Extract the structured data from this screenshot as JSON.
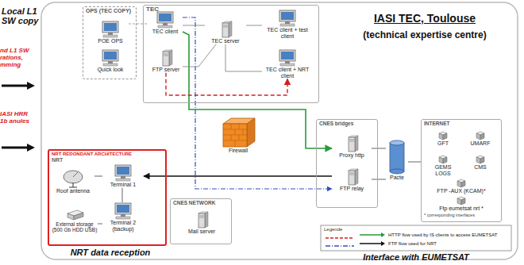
{
  "diagram": {
    "title": "IASI TEC, Toulouse",
    "nodes": [
      {
        "text": [
          "OPS (TEC COPY)"
        ]
      },
      {
        "text": [
          "POE OPS"
        ],
        "in": 0
      },
      {
        "text": [
          "Quick look"
        ],
        "in": 0
      },
      {
        "text": [
          "TEC"
        ]
      },
      {
        "text": [
          "TEC client"
        ],
        "in": 3
      },
      {
        "text": [
          "TEC server"
        ],
        "in": 3
      },
      {
        "text": [
          "TEC client + test client"
        ],
        "in": 3
      },
      {
        "text": [
          "FTP server"
        ],
        "in": 3
      },
      {
        "text": [
          "TEC client + NRT client"
        ],
        "in": 3
      },
      {
        "text": [
          "NRT REDONDANT ARCHITECTURE",
          "NRT"
        ]
      },
      {
        "text": [
          "Roof antenna"
        ],
        "in": 9
      },
      {
        "text": [
          "Terminal 1"
        ],
        "in": 9
      },
      {
        "text": [
          "Terminal 2 (backup)"
        ],
        "in": 9
      },
      {
        "text": [
          "External storage (500 Gb HDD USB)"
        ],
        "in": 9
      },
      {
        "text": [
          "CNES NETWORK"
        ]
      },
      {
        "text": [
          "Mail server"
        ],
        "in": 14
      },
      {
        "text": [
          "Firewall"
        ]
      },
      {
        "text": [
          "CNES bridges"
        ]
      },
      {
        "text": [
          "Proxy http"
        ],
        "in": 17
      },
      {
        "text": [
          "FTP relay"
        ],
        "in": 17
      },
      {
        "text": [
          "Pacte"
        ]
      },
      {
        "text": [
          "INTERNET"
        ]
      },
      {
        "text": [
          "GFT"
        ],
        "in": 21
      },
      {
        "text": [
          "UMARF"
        ],
        "in": 21
      },
      {
        "text": [
          "GEMS LOGS"
        ],
        "in": 21
      },
      {
        "text": [
          "CMS"
        ],
        "in": 21
      },
      {
        "text": [
          "FTP -AUX (KCAM)*"
        ],
        "in": 21
      },
      {
        "text": [
          "Ftp eumetsat nrt *"
        ],
        "in": 21
      }
    ],
    "edges": [
      {
        "from": 4,
        "to": 18,
        "arrow": "to"
      },
      {
        "from": 7,
        "to": 8,
        "arrow": "to"
      },
      {
        "from": 19,
        "to": 11,
        "arrow": "to"
      },
      {
        "from": 4,
        "to": 19,
        "arrow": "to"
      },
      {
        "from": 5,
        "to": 4,
        "arrow": "none"
      },
      {
        "from": 5,
        "to": 6,
        "arrow": "none"
      },
      {
        "from": 5,
        "to": 7,
        "arrow": "none"
      },
      {
        "from": 5,
        "to": 8,
        "arrow": "none"
      },
      {
        "from": 1,
        "to": 4,
        "arrow": "none"
      },
      {
        "from": 10,
        "to": 11,
        "arrow": "none"
      },
      {
        "from": 11,
        "to": 12,
        "arrow": "none"
      },
      {
        "from": 12,
        "to": 13,
        "arrow": "none"
      },
      {
        "from": 18,
        "to": 20,
        "arrow": "none"
      },
      {
        "from": 19,
        "to": 20,
        "arrow": "none"
      },
      {
        "from": 20,
        "to": 21,
        "arrow": "none"
      }
    ],
    "labels": [
      "Local L1 SW copy",
      "nd L1 SW rations, mming",
      "IASI HRR 1b anules",
      "(technical expertise centre)",
      "NRT data reception",
      "Interface with EUMETSAT",
      "Legende",
      "* corresponding interfaces"
    ],
    "legend": [
      {
        "text": "HTTP flow used by IS clients to access EUMETSAT"
      },
      {
        "text": "FTP flow used for NRT"
      }
    ]
  }
}
